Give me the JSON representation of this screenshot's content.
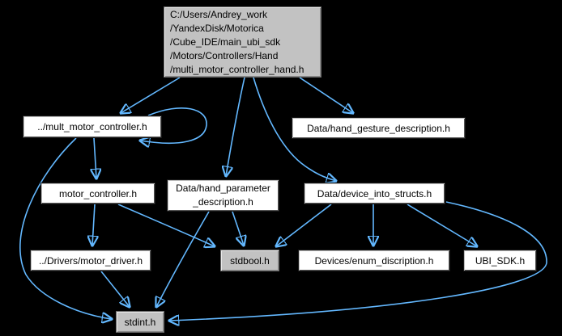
{
  "graph": {
    "type": "include-dependency-graph",
    "background_color": "#000000",
    "edge_color": "#63b8ff",
    "node_fill_plain": "#ffffff",
    "node_fill_highlight": "#c2c2c2",
    "nodes": {
      "main": {
        "label": "C:/Users/Andrey_work\n/YandexDisk/Motorica\n/Cube_IDE/main_ubi_sdk\n/Motors/Controllers/Hand\n/multi_motor_controller_hand.h",
        "fill": "gray"
      },
      "mult_motor_controller": {
        "label": "../mult_motor_controller.h",
        "fill": "white"
      },
      "hand_gesture": {
        "label": "Data/hand_gesture_description.h",
        "fill": "white"
      },
      "motor_controller": {
        "label": "motor_controller.h",
        "fill": "white"
      },
      "hand_parameter": {
        "label": "Data/hand_parameter\n_description.h",
        "fill": "white"
      },
      "device_into_structs": {
        "label": "Data/device_into_structs.h",
        "fill": "white"
      },
      "motor_driver": {
        "label": "../Drivers/motor_driver.h",
        "fill": "white"
      },
      "stdbool": {
        "label": "stdbool.h",
        "fill": "gray"
      },
      "enum_discription": {
        "label": "Devices/enum_discription.h",
        "fill": "white"
      },
      "ubi_sdk": {
        "label": "UBI_SDK.h",
        "fill": "white"
      },
      "stdint": {
        "label": "stdint.h",
        "fill": "gray"
      }
    },
    "edges": [
      {
        "from": "multi_motor_controller_hand.h",
        "to": "../mult_motor_controller.h"
      },
      {
        "from": "multi_motor_controller_hand.h",
        "to": "Data/hand_parameter_description.h"
      },
      {
        "from": "multi_motor_controller_hand.h",
        "to": "Data/device_into_structs.h"
      },
      {
        "from": "multi_motor_controller_hand.h",
        "to": "Data/hand_gesture_description.h"
      },
      {
        "from": "../mult_motor_controller.h",
        "to": "../mult_motor_controller.h"
      },
      {
        "from": "../mult_motor_controller.h",
        "to": "motor_controller.h"
      },
      {
        "from": "../mult_motor_controller.h",
        "to": "stdint.h"
      },
      {
        "from": "motor_controller.h",
        "to": "../Drivers/motor_driver.h"
      },
      {
        "from": "motor_controller.h",
        "to": "stdbool.h"
      },
      {
        "from": "Data/hand_parameter_description.h",
        "to": "stdbool.h"
      },
      {
        "from": "Data/hand_parameter_description.h",
        "to": "stdint.h"
      },
      {
        "from": "Data/device_into_structs.h",
        "to": "stdbool.h"
      },
      {
        "from": "Data/device_into_structs.h",
        "to": "Devices/enum_discription.h"
      },
      {
        "from": "Data/device_into_structs.h",
        "to": "UBI_SDK.h"
      },
      {
        "from": "Data/device_into_structs.h",
        "to": "stdint.h"
      },
      {
        "from": "../Drivers/motor_driver.h",
        "to": "stdint.h"
      }
    ]
  }
}
